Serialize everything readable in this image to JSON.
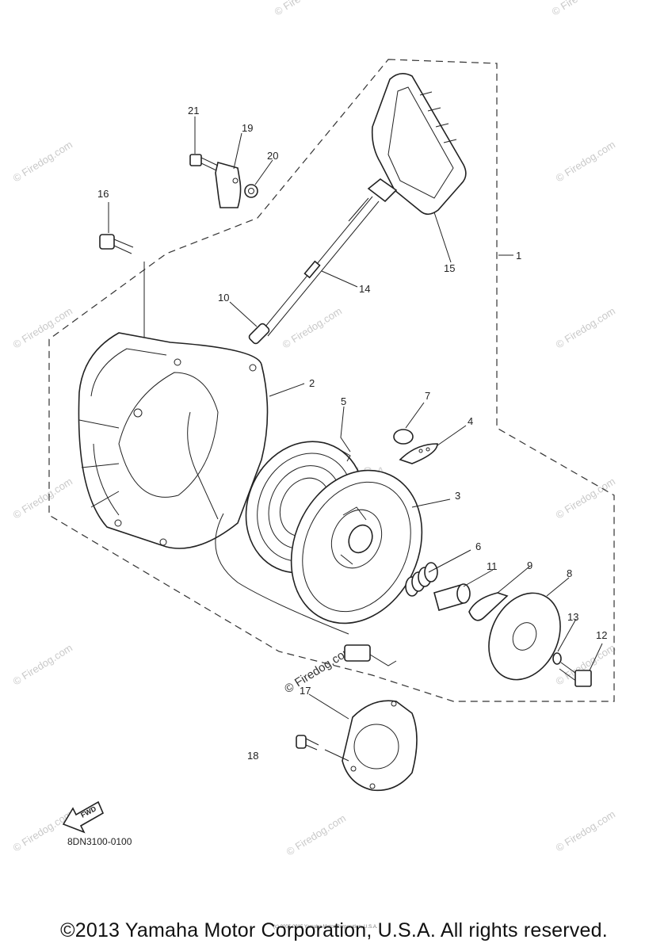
{
  "diagram": {
    "part_code": "8DN3100-0100",
    "fwd_label": "FWD",
    "watermarks": {
      "site": "© Firedog.com",
      "center": "Yamaha Motor Corp. U.S.A.",
      "fine_print": "(c) 2005-2015 Yamaha Motor Corporation, U.S.A."
    },
    "callouts": [
      {
        "id": "c1",
        "number": "1"
      },
      {
        "id": "c2",
        "number": "2"
      },
      {
        "id": "c3",
        "number": "3"
      },
      {
        "id": "c4",
        "number": "4"
      },
      {
        "id": "c5",
        "number": "5"
      },
      {
        "id": "c6",
        "number": "6"
      },
      {
        "id": "c7",
        "number": "7"
      },
      {
        "id": "c8",
        "number": "8"
      },
      {
        "id": "c9",
        "number": "9"
      },
      {
        "id": "c10",
        "number": "10"
      },
      {
        "id": "c11",
        "number": "11"
      },
      {
        "id": "c12",
        "number": "12"
      },
      {
        "id": "c13",
        "number": "13"
      },
      {
        "id": "c14",
        "number": "14"
      },
      {
        "id": "c15",
        "number": "15"
      },
      {
        "id": "c16",
        "number": "16"
      },
      {
        "id": "c17",
        "number": "17"
      },
      {
        "id": "c18",
        "number": "18"
      },
      {
        "id": "c19",
        "number": "19"
      },
      {
        "id": "c20",
        "number": "20"
      },
      {
        "id": "c21",
        "number": "21"
      }
    ]
  },
  "footer": {
    "copyright": "©2013 Yamaha Motor Corporation, U.S.A. All rights reserved."
  }
}
